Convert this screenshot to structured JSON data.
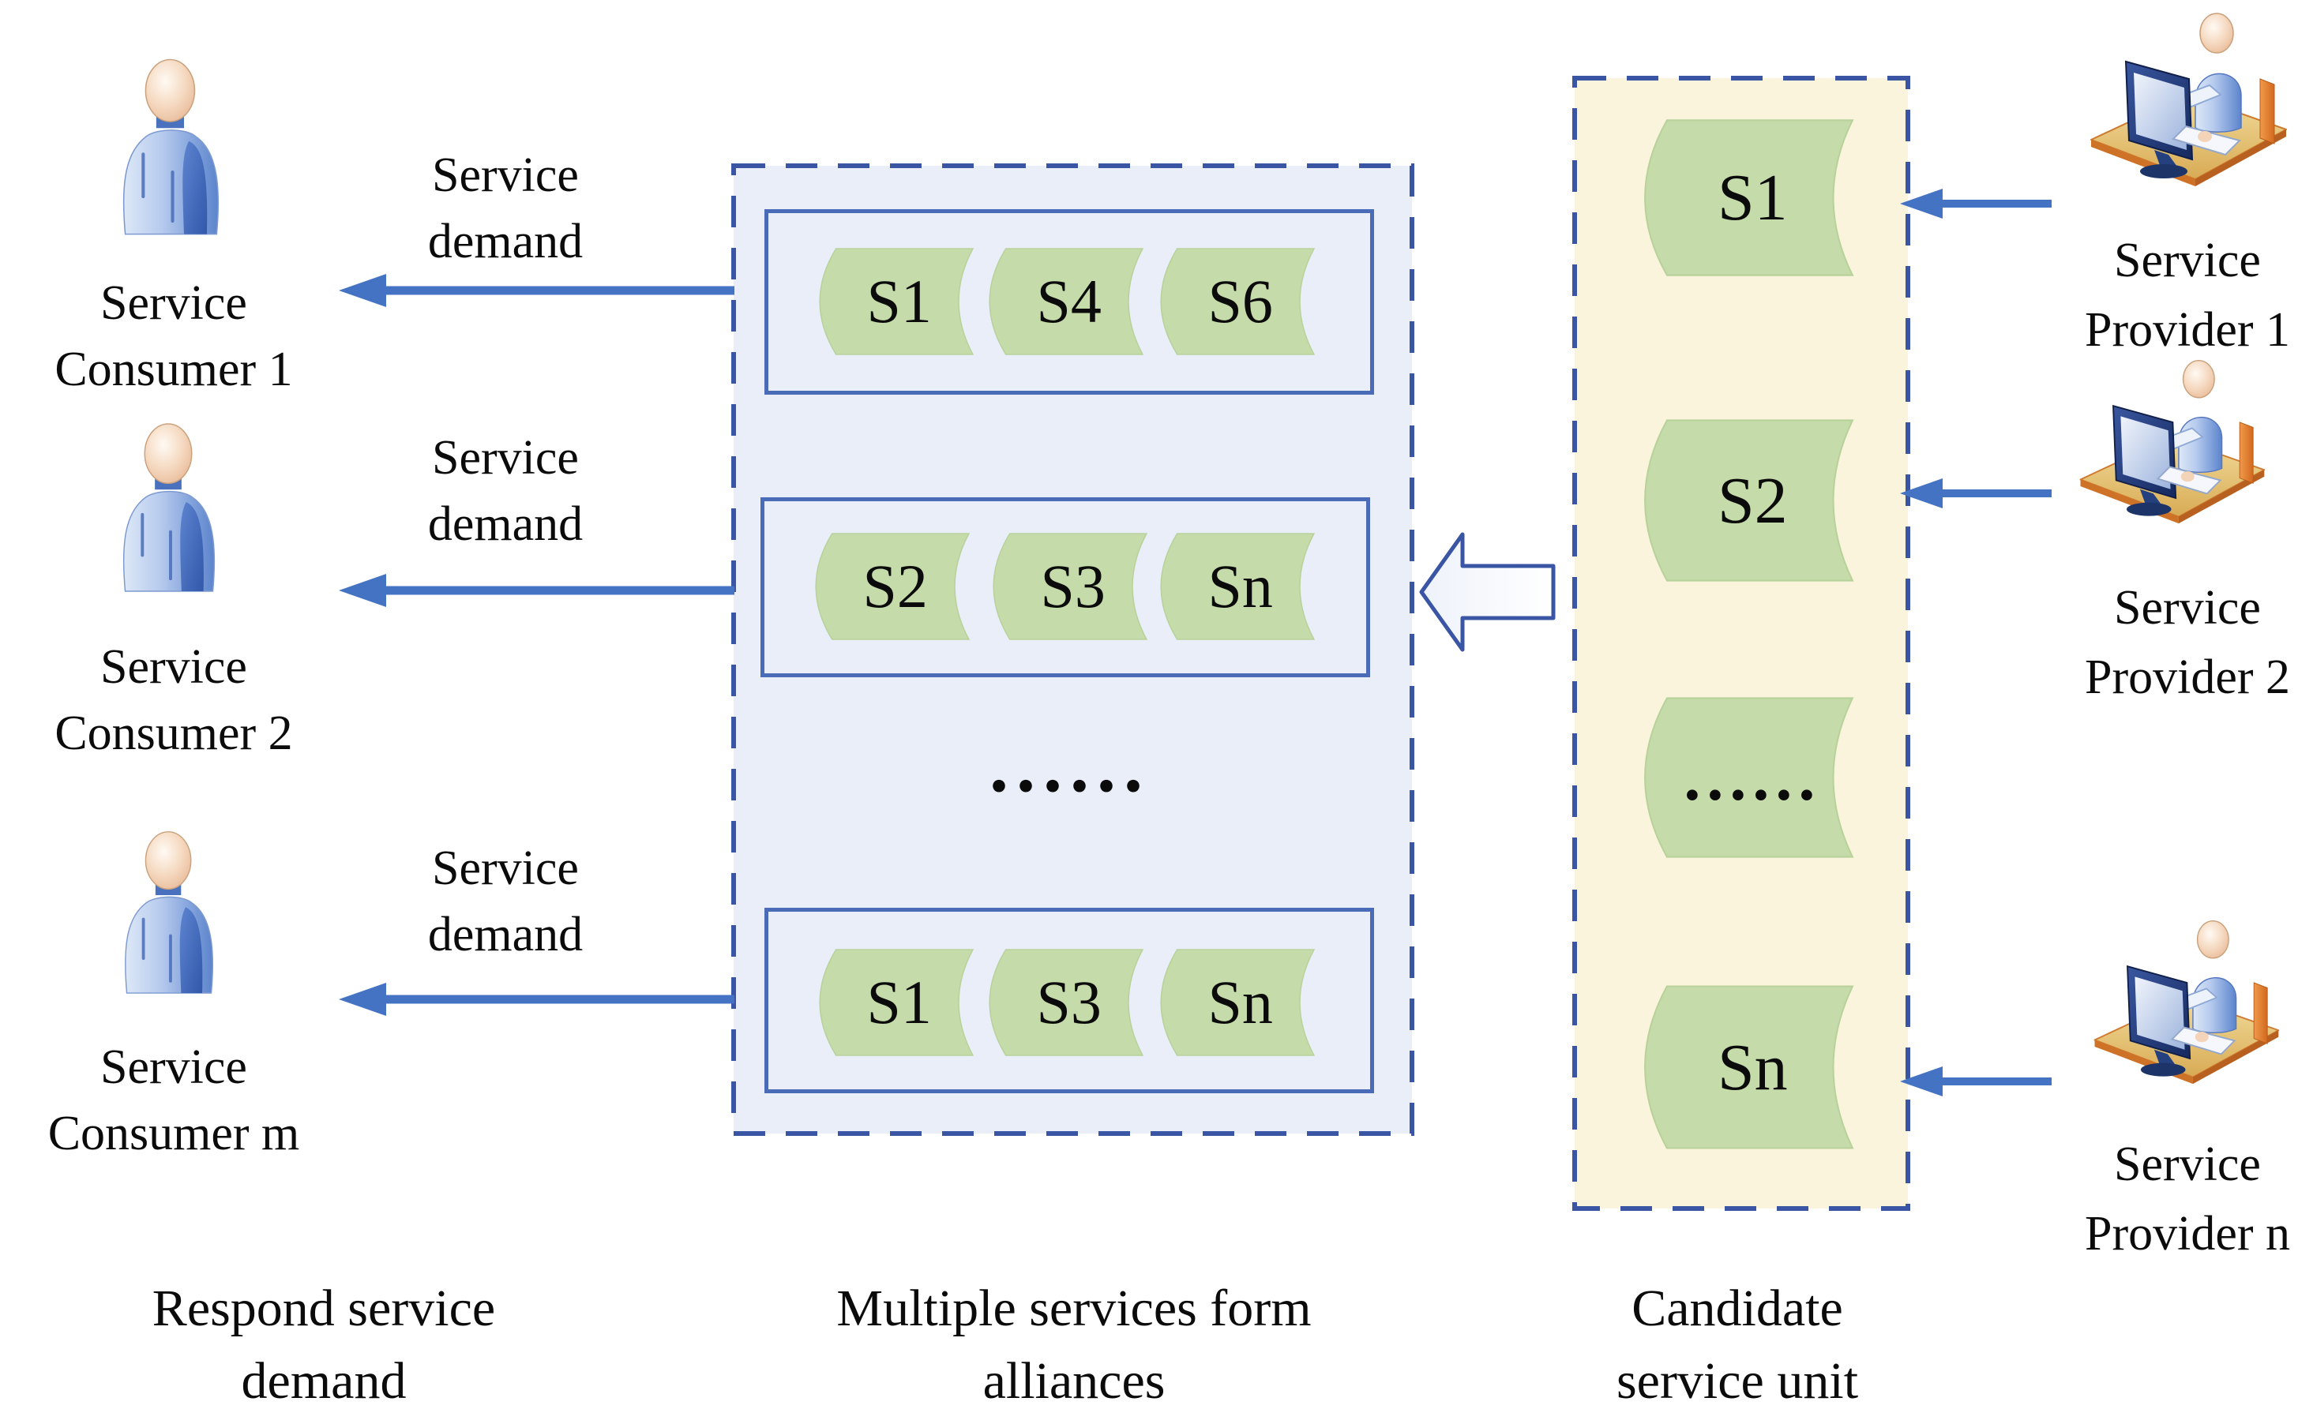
{
  "colors": {
    "arrow_blue": "#4573c4",
    "dashed_border_blue": "#3b55a5",
    "inner_box_blue": "#4a6cb8",
    "alliance_fill": "#e9eef8",
    "candidate_fill": "#fbf4dc",
    "scroll_green": "#c5dbaa",
    "text": "#0b0b0b"
  },
  "consumers": [
    {
      "line1": "Service",
      "line2": "Consumer 1"
    },
    {
      "line1": "Service",
      "line2": "Consumer 2"
    },
    {
      "line1": "Service",
      "line2": "Consumer m"
    }
  ],
  "demands": [
    {
      "line1": "Service",
      "line2": "demand"
    },
    {
      "line1": "Service",
      "line2": "demand"
    },
    {
      "line1": "Service",
      "line2": "demand"
    }
  ],
  "alliance_box": {
    "rows": [
      {
        "units": [
          "S1",
          "S4",
          "S6"
        ]
      },
      {
        "units": [
          "S2",
          "S3",
          "Sn"
        ]
      },
      {
        "units": [
          "S1",
          "S3",
          "Sn"
        ]
      }
    ],
    "ellipsis": "......"
  },
  "candidate_box": {
    "units": [
      "S1",
      "S2",
      "......",
      "Sn"
    ]
  },
  "providers": [
    {
      "line1": "Service",
      "line2": "Provider 1"
    },
    {
      "line1": "Service",
      "line2": "Provider 2"
    },
    {
      "line1": "Service",
      "line2": "Provider n"
    }
  ],
  "captions": {
    "respond": {
      "line1": "Respond service",
      "line2": "demand"
    },
    "alliances": {
      "line1": "Multiple services form",
      "line2": "alliances"
    },
    "candidate": {
      "line1": "Candidate",
      "line2": "service unit"
    }
  }
}
